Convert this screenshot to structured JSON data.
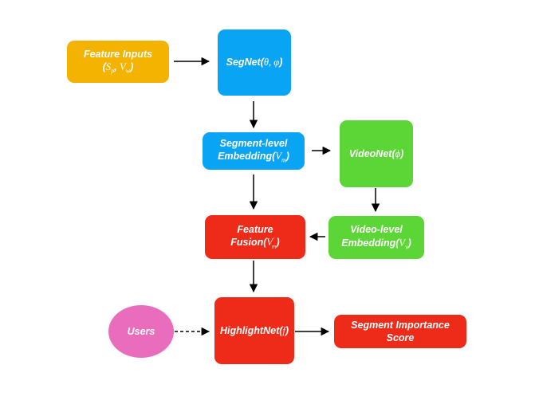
{
  "colors": {
    "orange": "#f5b301",
    "blue": "#0aa4f5",
    "green": "#5cd636",
    "red": "#ee2a18",
    "pink": "#ea6cbd",
    "edge": "#000000"
  },
  "nodes": {
    "feature_inputs": {
      "line1": "Feature Inputs",
      "line2_prefix": "(",
      "s": "S",
      "s_sub": "p",
      "comma": ", ",
      "v": "V",
      "v_sub": "w",
      "line2_suffix": ")"
    },
    "segnet": {
      "label": "SegNet(",
      "math": "θ, φ",
      "suffix": ")"
    },
    "segment_embedding": {
      "line1": "Segment-level",
      "line2_prefix": "Embedding(",
      "v": "V",
      "v_sub": "m",
      "suffix": ")"
    },
    "videonet": {
      "label": "VideoNet(",
      "math": "ϕ",
      "suffix": ")"
    },
    "video_embedding": {
      "line1": "Video-level",
      "line2_prefix": "Embedding(",
      "v": "V",
      "v_sub": "v",
      "suffix": ")"
    },
    "feature_fusion": {
      "line1": "Feature",
      "line2_prefix": "Fusion(",
      "v": "V",
      "v_sup": "'",
      "v_sub": "m",
      "suffix": ")"
    },
    "highlightnet": {
      "label": "HighlightNet(",
      "math": "f",
      "suffix": ")"
    },
    "users": {
      "label": "Users"
    },
    "importance_score": {
      "line1": "Segment Importance",
      "line2": "Score"
    }
  }
}
